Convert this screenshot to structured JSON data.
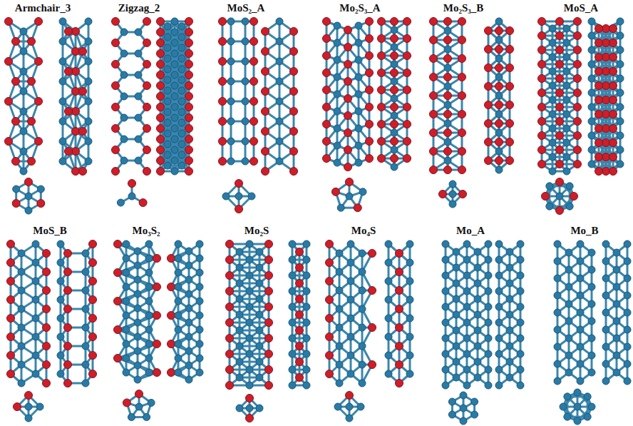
{
  "diagram": {
    "labels": [
      "Armchair_3",
      "Zigzag_2",
      "MoS₂_A",
      "Mo₂S₃_A",
      "Mo₂S₃_B",
      "MoS_A",
      "MoS_B",
      "Mo₃S₂",
      "Mo₂S",
      "Mo₄S",
      "Mo_A",
      "Mo_B"
    ]
  }
}
